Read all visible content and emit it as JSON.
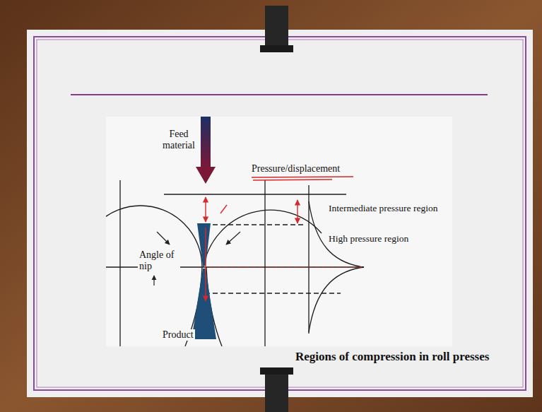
{
  "diagram": {
    "caption": "Regions of compression in roll presses",
    "labels": [
      "Feed material",
      "Pressure/displacement",
      "Intermediate pressure region",
      "High pressure region",
      "Angle of nip",
      "Product"
    ]
  }
}
